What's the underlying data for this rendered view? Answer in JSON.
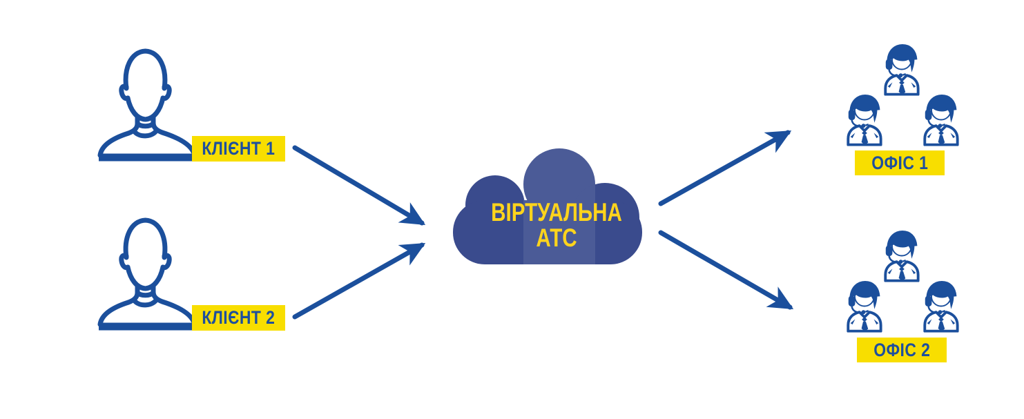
{
  "diagram": {
    "type": "virtual-pbx-call-routing",
    "colors": {
      "accent_blue": "#1b4f9c",
      "cloud_blue": "#3a4b8d",
      "cloud_band_light": "#46569a",
      "label_yellow": "#f8de00",
      "label_text_blue": "#1d4f9e",
      "cloud_text_yellow": "#ffd41c",
      "background": "#ffffff"
    },
    "clients": [
      {
        "label": "КЛІЄНТ 1"
      },
      {
        "label": "КЛІЄНТ 2"
      }
    ],
    "hub": {
      "line1": "ВІРТУАЛЬНА",
      "line2": "АТС"
    },
    "offices": [
      {
        "label": "ОФІС 1",
        "operators": 3
      },
      {
        "label": "ОФІС 2",
        "operators": 3
      }
    ],
    "arrows": [
      {
        "from": "client-1",
        "to": "hub"
      },
      {
        "from": "client-2",
        "to": "hub"
      },
      {
        "from": "hub",
        "to": "office-1"
      },
      {
        "from": "hub",
        "to": "office-2"
      }
    ]
  }
}
